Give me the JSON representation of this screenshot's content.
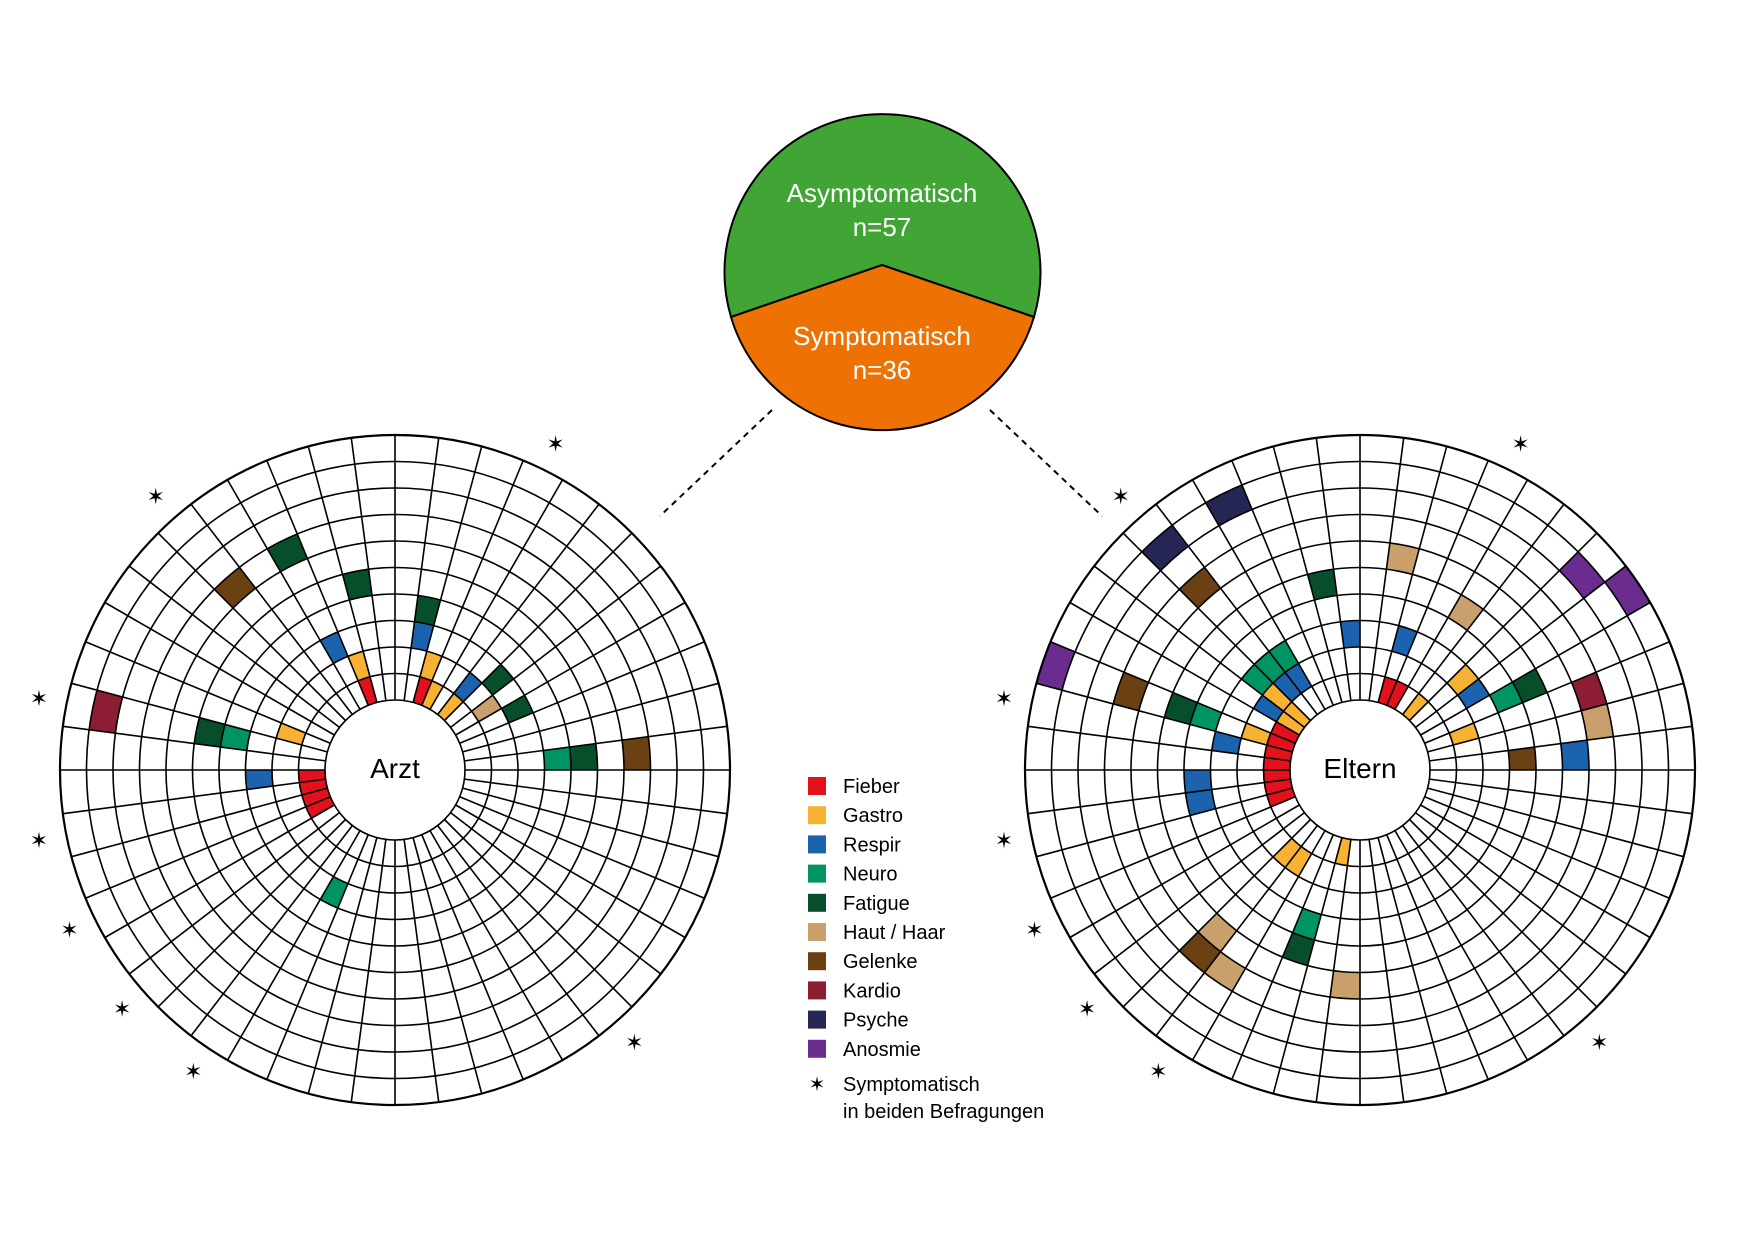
{
  "pie": {
    "top_label": "Asymptomatisch",
    "top_n": "n=57",
    "bottom_label": "Symptomatisch",
    "bottom_n": "n=36",
    "top_color": "#41a535",
    "bottom_color": "#ee7203"
  },
  "wheels": [
    {
      "id": "arzt",
      "center_label": "Arzt",
      "cells": [
        {
          "spoke": 0,
          "ring": 6,
          "cat": "Gelenke"
        },
        {
          "spoke": 0,
          "ring": 4,
          "cat": "Fatigue"
        },
        {
          "spoke": 0,
          "ring": 3,
          "cat": "Neuro"
        },
        {
          "spoke": 3,
          "ring": 2,
          "cat": "Fatigue"
        },
        {
          "spoke": 4,
          "ring": 1,
          "cat": "Haut / Haar"
        },
        {
          "spoke": 5,
          "ring": 2,
          "cat": "Fatigue"
        },
        {
          "spoke": 6,
          "ring": 0,
          "cat": "Gastro"
        },
        {
          "spoke": 6,
          "ring": 1,
          "cat": "Respir"
        },
        {
          "spoke": 8,
          "ring": 0,
          "cat": "Gastro"
        },
        {
          "spoke": 9,
          "ring": 0,
          "cat": "Fieber"
        },
        {
          "spoke": 9,
          "ring": 1,
          "cat": "Gastro"
        },
        {
          "spoke": 10,
          "ring": 2,
          "cat": "Respir"
        },
        {
          "spoke": 10,
          "ring": 3,
          "cat": "Fatigue"
        },
        {
          "spoke": 13,
          "ring": 4,
          "cat": "Fatigue"
        },
        {
          "spoke": 14,
          "ring": 0,
          "cat": "Fieber"
        },
        {
          "spoke": 14,
          "ring": 1,
          "cat": "Gastro"
        },
        {
          "spoke": 15,
          "ring": 2,
          "cat": "Respir"
        },
        {
          "spoke": 15,
          "ring": 6,
          "cat": "Fatigue"
        },
        {
          "spoke": 17,
          "ring": 6,
          "cat": "Gelenke"
        },
        {
          "spoke": 21,
          "ring": 1,
          "cat": "Gastro"
        },
        {
          "spoke": 22,
          "ring": 4,
          "cat": "Fatigue"
        },
        {
          "spoke": 22,
          "ring": 3,
          "cat": "Neuro"
        },
        {
          "spoke": 22,
          "ring": 8,
          "cat": "Kardio"
        },
        {
          "spoke": 24,
          "ring": 0,
          "cat": "Fieber"
        },
        {
          "spoke": 24,
          "ring": 2,
          "cat": "Respir"
        },
        {
          "spoke": 25,
          "ring": 0,
          "cat": "Fieber"
        },
        {
          "spoke": 26,
          "ring": 0,
          "cat": "Fieber"
        },
        {
          "spoke": 27,
          "ring": 0,
          "cat": "Fieber"
        },
        {
          "spoke": 32,
          "ring": 2,
          "cat": "Neuro"
        }
      ],
      "stars": [
        8,
        17,
        22,
        25,
        27,
        29,
        31,
        41
      ]
    },
    {
      "id": "eltern",
      "center_label": "Eltern",
      "cells": [
        {
          "spoke": 0,
          "ring": 3,
          "cat": "Fieber"
        },
        {
          "spoke": 0,
          "ring": 5,
          "cat": "Respir"
        },
        {
          "spoke": 0,
          "ring": 3,
          "cat": "Gelenke"
        },
        {
          "spoke": 1,
          "ring": 6,
          "cat": "Haut / Haar"
        },
        {
          "spoke": 2,
          "ring": 1,
          "cat": "Gastro"
        },
        {
          "spoke": 2,
          "ring": 6,
          "cat": "Kardio"
        },
        {
          "spoke": 3,
          "ring": 4,
          "cat": "Fatigue"
        },
        {
          "spoke": 3,
          "ring": 3,
          "cat": "Neuro"
        },
        {
          "spoke": 4,
          "ring": 2,
          "cat": "Respir"
        },
        {
          "spoke": 4,
          "ring": 9,
          "cat": "Anosmie"
        },
        {
          "spoke": 5,
          "ring": 8,
          "cat": "Anosmie"
        },
        {
          "spoke": 5,
          "ring": 2,
          "cat": "Gastro"
        },
        {
          "spoke": 6,
          "ring": 0,
          "cat": "Gastro"
        },
        {
          "spoke": 7,
          "ring": 4,
          "cat": "Haut / Haar"
        },
        {
          "spoke": 8,
          "ring": 0,
          "cat": "Fieber"
        },
        {
          "spoke": 9,
          "ring": 0,
          "cat": "Fieber"
        },
        {
          "spoke": 9,
          "ring": 2,
          "cat": "Respir"
        },
        {
          "spoke": 10,
          "ring": 5,
          "cat": "Haut / Haar"
        },
        {
          "spoke": 12,
          "ring": 2,
          "cat": "Respir"
        },
        {
          "spoke": 13,
          "ring": 4,
          "cat": "Fatigue"
        },
        {
          "spoke": 15,
          "ring": 8,
          "cat": "Psyche"
        },
        {
          "spoke": 16,
          "ring": 2,
          "cat": "Neuro"
        },
        {
          "spoke": 16,
          "ring": 1,
          "cat": "Respir"
        },
        {
          "spoke": 17,
          "ring": 1,
          "cat": "Respir"
        },
        {
          "spoke": 17,
          "ring": 2,
          "cat": "Neuro"
        },
        {
          "spoke": 17,
          "ring": 6,
          "cat": "Gelenke"
        },
        {
          "spoke": 17,
          "ring": 8,
          "cat": "Psyche"
        },
        {
          "spoke": 18,
          "ring": 0,
          "cat": "Gastro"
        },
        {
          "spoke": 18,
          "ring": 1,
          "cat": "Gastro"
        },
        {
          "spoke": 18,
          "ring": 2,
          "cat": "Neuro"
        },
        {
          "spoke": 19,
          "ring": 0,
          "cat": "Gastro"
        },
        {
          "spoke": 19,
          "ring": 1,
          "cat": "Respir"
        },
        {
          "spoke": 20,
          "ring": 0,
          "cat": "Fieber"
        },
        {
          "spoke": 21,
          "ring": 0,
          "cat": "Fieber"
        },
        {
          "spoke": 21,
          "ring": 1,
          "cat": "Gastro"
        },
        {
          "spoke": 21,
          "ring": 3,
          "cat": "Neuro"
        },
        {
          "spoke": 21,
          "ring": 4,
          "cat": "Fatigue"
        },
        {
          "spoke": 21,
          "ring": 6,
          "cat": "Gelenke"
        },
        {
          "spoke": 21,
          "ring": 9,
          "cat": "Anosmie"
        },
        {
          "spoke": 22,
          "ring": 0,
          "cat": "Fieber"
        },
        {
          "spoke": 22,
          "ring": 2,
          "cat": "Respir"
        },
        {
          "spoke": 23,
          "ring": 0,
          "cat": "Fieber"
        },
        {
          "spoke": 24,
          "ring": 0,
          "cat": "Fieber"
        },
        {
          "spoke": 24,
          "ring": 3,
          "cat": "Respir"
        },
        {
          "spoke": 25,
          "ring": 0,
          "cat": "Fieber"
        },
        {
          "spoke": 25,
          "ring": 3,
          "cat": "Respir"
        },
        {
          "spoke": 26,
          "ring": 0,
          "cat": "Fieber"
        },
        {
          "spoke": 30,
          "ring": 1,
          "cat": "Gastro"
        },
        {
          "spoke": 30,
          "ring": 5,
          "cat": "Haut / Haar"
        },
        {
          "spoke": 30,
          "ring": 6,
          "cat": "Gelenke"
        },
        {
          "spoke": 31,
          "ring": 1,
          "cat": "Gastro"
        },
        {
          "spoke": 31,
          "ring": 6,
          "cat": "Haut / Haar"
        },
        {
          "spoke": 33,
          "ring": 3,
          "cat": "Neuro"
        },
        {
          "spoke": 33,
          "ring": 4,
          "cat": "Fatigue"
        },
        {
          "spoke": 34,
          "ring": 0,
          "cat": "Gastro"
        },
        {
          "spoke": 35,
          "ring": 5,
          "cat": "Haut / Haar"
        }
      ],
      "stars": [
        8,
        17,
        22,
        25,
        27,
        29,
        31,
        41
      ]
    }
  ],
  "legend": {
    "items": [
      {
        "label": "Fieber",
        "color": "#e2111b"
      },
      {
        "label": "Gastro",
        "color": "#f7b234"
      },
      {
        "label": "Respir",
        "color": "#1b63ae"
      },
      {
        "label": "Neuro",
        "color": "#009364"
      },
      {
        "label": "Fatigue",
        "color": "#064f2a"
      },
      {
        "label": "Haut / Haar",
        "color": "#c9a06c"
      },
      {
        "label": "Gelenke",
        "color": "#6b4114"
      },
      {
        "label": "Kardio",
        "color": "#8d1d33"
      },
      {
        "label": "Psyche",
        "color": "#252654"
      },
      {
        "label": "Anosmie",
        "color": "#6b2c8f"
      }
    ],
    "star_line1": "Symptomatisch",
    "star_line2": "in beiden Befragungen"
  }
}
